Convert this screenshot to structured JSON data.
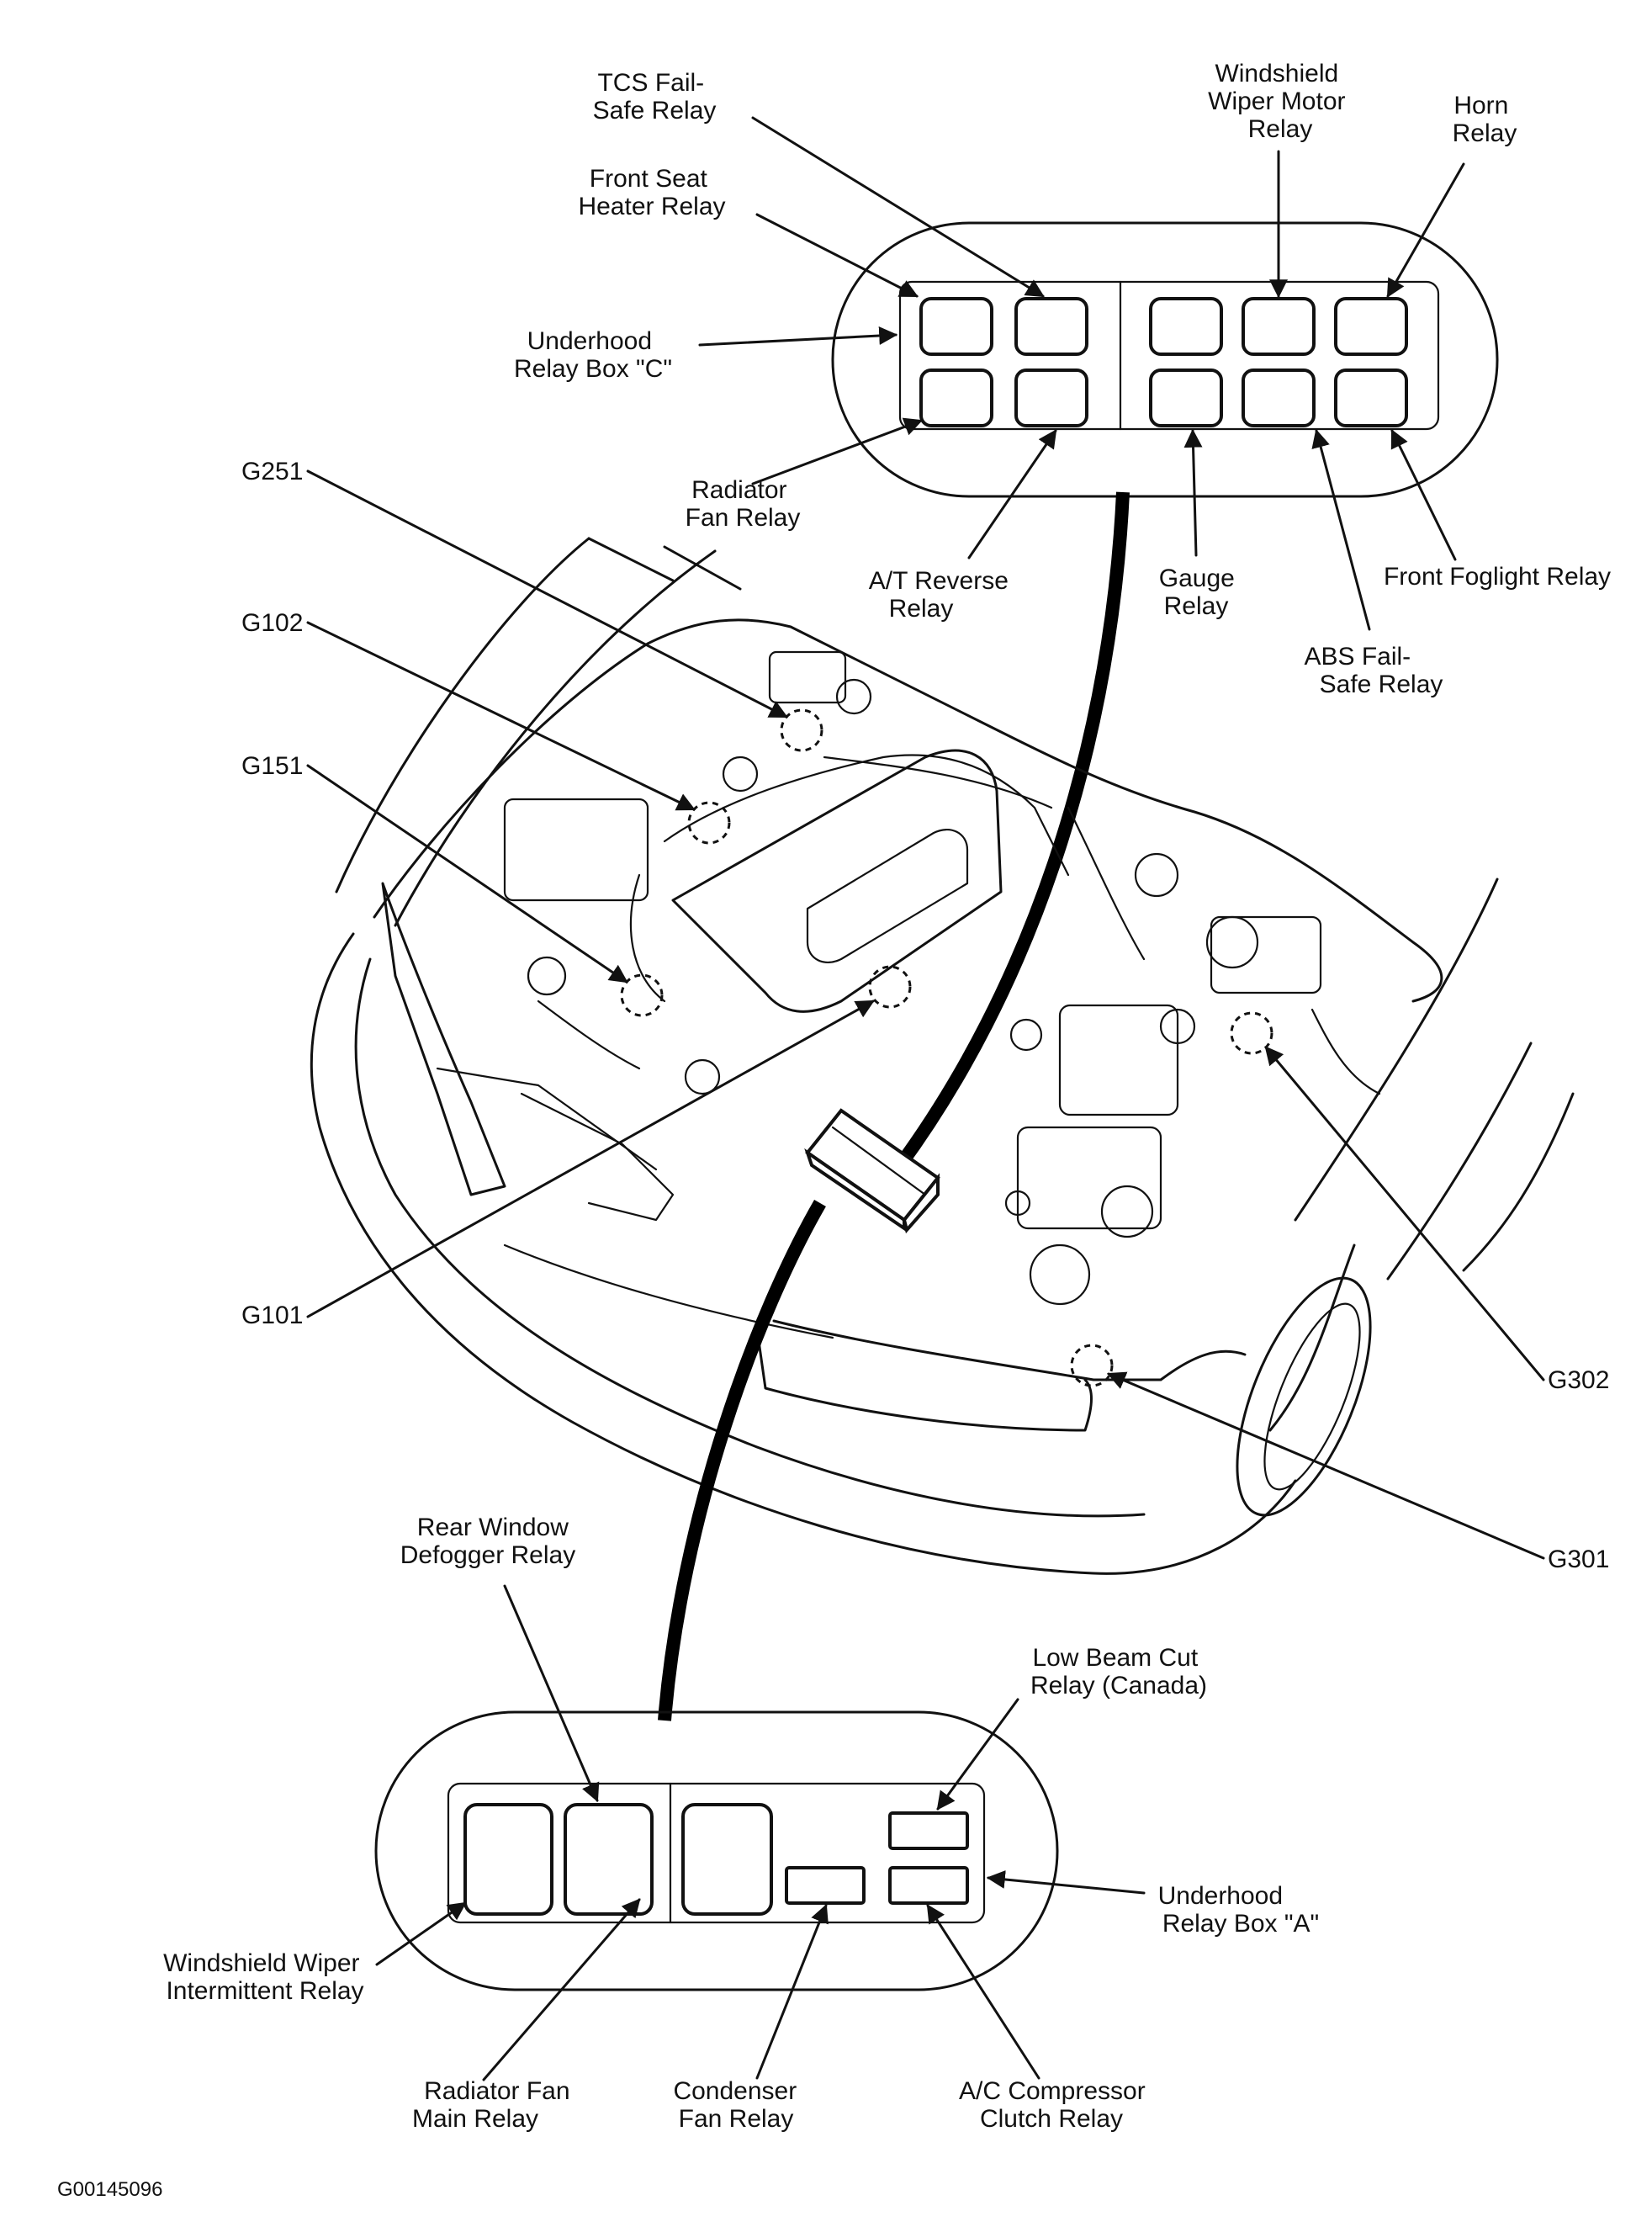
{
  "diagram": {
    "box_c": {
      "name": [
        "Underhood",
        "Relay Box \"C\""
      ],
      "relays": {
        "tcs": [
          "TCS Fail-",
          "Safe Relay"
        ],
        "seat_heater": [
          "Front Seat",
          "Heater Relay"
        ],
        "wiper_motor": [
          "Windshield",
          "Wiper Motor",
          "Relay"
        ],
        "horn": [
          "Horn",
          "Relay"
        ],
        "radiator_fan": [
          "Radiator",
          "Fan Relay"
        ],
        "at_reverse": [
          "A/T Reverse",
          "Relay"
        ],
        "gauge": [
          "Gauge",
          "Relay"
        ],
        "abs": [
          "ABS Fail-",
          "Safe Relay"
        ],
        "foglight": [
          "Front Foglight Relay"
        ]
      }
    },
    "grounds": {
      "g251": "G251",
      "g102": "G102",
      "g151": "G151",
      "g101": "G101",
      "g302": "G302",
      "g301": "G301"
    },
    "box_a": {
      "name": [
        "Underhood",
        "Relay Box \"A\""
      ],
      "relays": {
        "rear_defogger": [
          "Rear Window",
          "Defogger Relay"
        ],
        "low_beam_cut": [
          "Low Beam Cut",
          "Relay (Canada)"
        ],
        "wiper_intermittent": [
          "Windshield Wiper",
          "Intermittent Relay"
        ],
        "radiator_fan_main": [
          "Radiator Fan",
          "Main Relay"
        ],
        "condenser_fan": [
          "Condenser",
          "Fan Relay"
        ],
        "ac_clutch": [
          "A/C Compressor",
          "Clutch Relay"
        ]
      }
    },
    "figure_id": "G00145096"
  }
}
